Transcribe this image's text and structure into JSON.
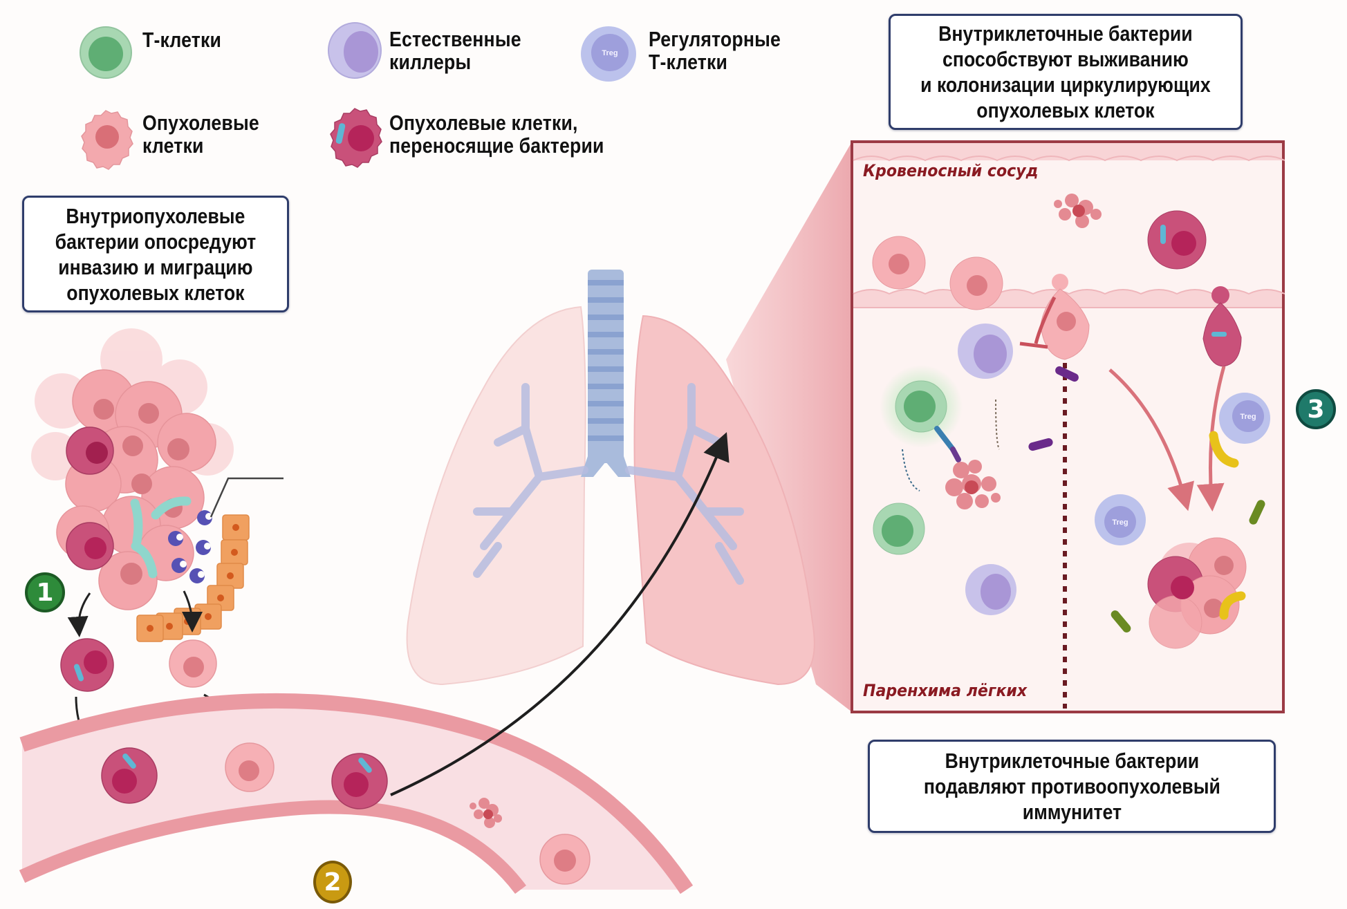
{
  "legend": {
    "items": [
      {
        "id": "t-cell",
        "label": "Т-клетки",
        "icon": "t-cell-icon"
      },
      {
        "id": "nk-cell",
        "label": "Естественные\nкиллеры",
        "icon": "nk-cell-icon"
      },
      {
        "id": "treg-cell",
        "label": "Регуляторные\nТ-клетки",
        "icon": "treg-cell-icon",
        "icon_text": "Treg"
      },
      {
        "id": "tumor-cell",
        "label": "Опухолевые\nклетки",
        "icon": "tumor-cell-icon"
      },
      {
        "id": "tumor-cell-bacteria",
        "label": "Опухолевые клетки,\nпереносящие бактерии",
        "icon": "tumor-cell-bacteria-icon"
      }
    ]
  },
  "callouts": {
    "intratumoral": "Внутриопухолевые\nбактерии опосредуют\nинвазию и миграцию\nопухолевых клеток",
    "survival": "Внутриклеточные бактерии\nспособствуют выживанию\nи колонизации циркулирующих\nопухолевых клеток",
    "immunity": "Внутриклеточные бактерии\nподавляют противоопухолевый\nиммунитет"
  },
  "inset": {
    "vessel_label": "Кровеносный сосуд",
    "parenchyma_label": "Паренхима лёгких",
    "treg_text": "Treg"
  },
  "badges": [
    {
      "number": "1",
      "color": "#2e8b3a"
    },
    {
      "number": "2",
      "color": "#c99a12"
    },
    {
      "number": "3",
      "color": "#1f7a6a"
    }
  ],
  "colors": {
    "t_cell": "#7cc08e",
    "nk_cell": "#b9b2e2",
    "treg": "#b7bde8",
    "tumor": "#f2a6ab",
    "tumor_bacteria": "#c84a76",
    "bacterium": "#7fd3c8",
    "vessel": "#f0b2b8",
    "inset_border": "#9b3a44",
    "callout_border": "#2f3d6b"
  }
}
